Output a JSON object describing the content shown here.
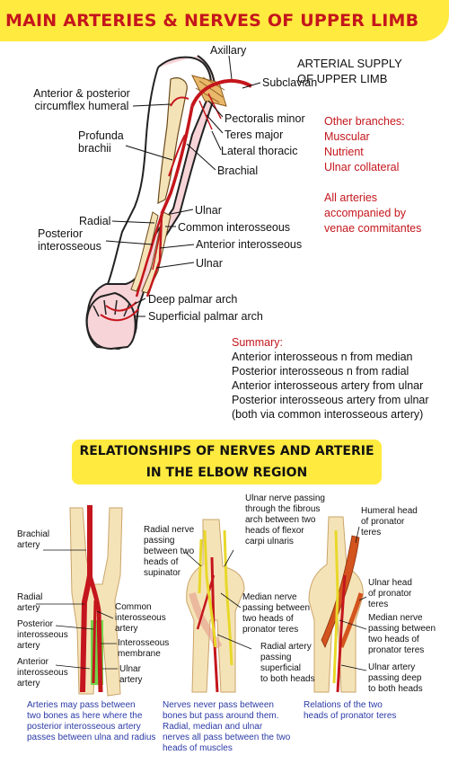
{
  "header": {
    "title": "MAIN ARTERIES & NERVES OF UPPER LIMB"
  },
  "arterial": {
    "title_line1": "ARTERIAL SUPPLY",
    "title_line2": "OF UPPER LIMB",
    "labels": {
      "axillary": "Axillary",
      "subclavian": "Subclavian",
      "pectoralis_minor": "Pectoralis minor",
      "teres_major": "Teres major",
      "lateral_thoracic": "Lateral thoracic",
      "brachial": "Brachial",
      "circumflex_1": "Anterior & posterior",
      "circumflex_2": "circumflex humeral",
      "profunda_1": "Profunda",
      "profunda_2": "brachii",
      "ulnar_upper": "Ulnar",
      "radial": "Radial",
      "common_interosseous": "Common interosseous",
      "posterior_interosseous_1": "Posterior",
      "posterior_interosseous_2": "interosseous",
      "anterior_interosseous": "Anterior interosseous",
      "ulnar_lower": "Ulnar",
      "deep_palmar": "Deep palmar arch",
      "superficial_palmar": "Superficial palmar arch"
    },
    "other_branches": {
      "title": "Other branches:",
      "items": [
        "Muscular",
        "Nutrient",
        "Ulnar collateral"
      ]
    },
    "note": [
      "All arteries",
      "accompanied by",
      "venae commitantes"
    ]
  },
  "summary": {
    "title": "Summary:",
    "lines": [
      "Anterior interosseous n from median",
      "Posterior interosseous n from radial",
      "Anterior interosseous artery from ulnar",
      "Posterior interosseous artery from ulnar",
      "(both via common interosseous artery)"
    ]
  },
  "elbow": {
    "title_line1": "RELATIONSHIPS OF NERVES AND ARTERIE",
    "title_line2": "IN THE ELBOW REGION",
    "panel1": {
      "brachial_artery": [
        "Brachial",
        "artery"
      ],
      "radial_artery": [
        "Radial",
        "artery"
      ],
      "posterior_interosseous_artery": [
        "Posterior",
        "interosseous",
        "artery"
      ],
      "anterior_interosseous_artery": [
        "Anterior",
        "interosseous",
        "artery"
      ],
      "common_interosseous_artery": [
        "Common",
        "interosseous",
        "artery"
      ],
      "interosseous_membrane": [
        "Interosseous",
        "membrane"
      ],
      "ulnar_artery": [
        "Ulnar",
        "artery"
      ],
      "caption": [
        "Arteries may pass between",
        "two bones as here where the",
        "posterior interosseous artery",
        "passes between ulna and radius"
      ]
    },
    "panel2": {
      "ulnar_nerve": [
        "Ulnar nerve passing",
        "through the fibrous",
        "arch between two",
        "heads of flexor",
        "carpi ulnaris"
      ],
      "radial_nerve": [
        "Radial nerve",
        "passing",
        "between two",
        "heads of",
        "supinator"
      ],
      "median_nerve": [
        "Median nerve",
        "passing between",
        "two heads of",
        "pronator teres"
      ],
      "radial_artery": [
        "Radial artery",
        "passing",
        "superficial",
        "to both heads"
      ],
      "caption": [
        "Nerves never pass between",
        "bones but pass around them.",
        "Radial, median and ulnar",
        "nerves all pass between the two",
        "heads of muscles"
      ]
    },
    "panel3": {
      "humeral_head": [
        "Humeral head",
        "of pronator",
        "teres"
      ],
      "ulnar_head": [
        "Ulnar head",
        "of pronator",
        "teres"
      ],
      "median_nerve": [
        "Median nerve",
        "passing between",
        "two heads of",
        "pronator teres"
      ],
      "ulnar_artery": [
        "Ulnar artery",
        "passing deep",
        "to both heads"
      ],
      "caption": [
        "Relations of the two",
        "heads of pronator teres"
      ]
    }
  },
  "colors": {
    "banner": "#ffea3f",
    "title_red": "#c4161c",
    "artery": "#c4161c",
    "caption_blue": "#2a3aa6",
    "skin": "#f7d4d8",
    "bone": "#f5e3b8",
    "nerve": "#e8d829",
    "membrane": "#74d34a"
  }
}
